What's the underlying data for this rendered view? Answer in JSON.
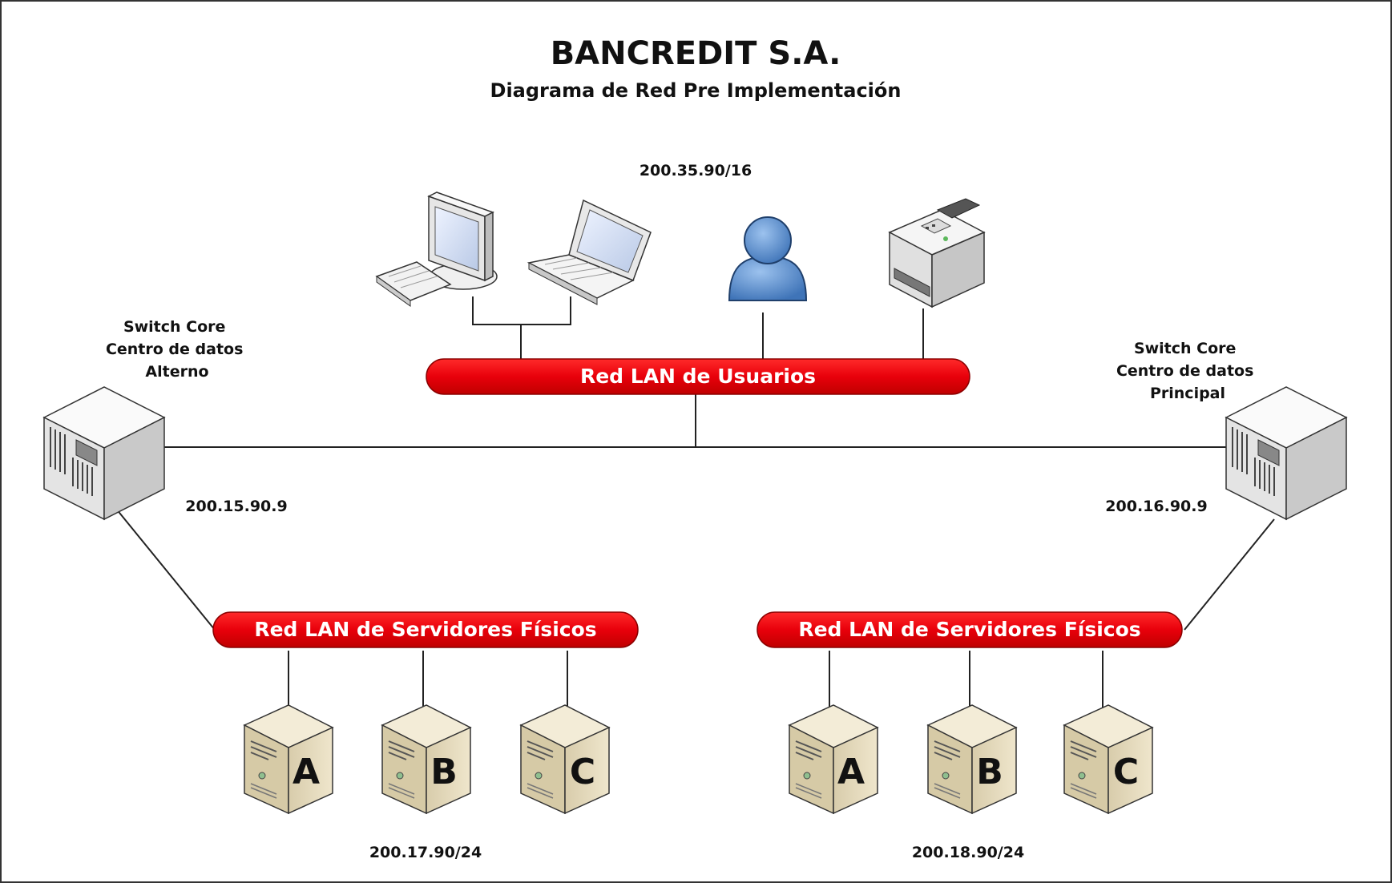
{
  "title": "BANCREDIT S.A.",
  "subtitle": "Diagrama de Red Pre Implementación",
  "user_network": {
    "subnet": "200.35.90/16",
    "bus_label": "Red LAN de Usuarios",
    "devices": [
      {
        "type": "desktop-computer-icon"
      },
      {
        "type": "laptop-icon"
      },
      {
        "type": "user-icon"
      },
      {
        "type": "printer-icon"
      }
    ]
  },
  "switch_left": {
    "label_lines": [
      "Switch Core",
      "Centro de datos",
      "Alterno"
    ],
    "ip": "200.15.90.9"
  },
  "switch_right": {
    "label_lines": [
      "Switch Core",
      "Centro de datos",
      "Principal"
    ],
    "ip": "200.16.90.9"
  },
  "server_lan_left": {
    "bus_label": "Red LAN de Servidores Físicos",
    "servers": [
      "A",
      "B",
      "C"
    ],
    "subnet": "200.17.90/24"
  },
  "server_lan_right": {
    "bus_label": "Red LAN de Servidores Físicos",
    "servers": [
      "A",
      "B",
      "C"
    ],
    "subnet": "200.18.90/24"
  },
  "colors": {
    "bus_red": "#e8000b",
    "server_beige": "#e6dcc0",
    "switch_grey": "#e8e8e8",
    "user_blue": "#5b8fd1"
  }
}
